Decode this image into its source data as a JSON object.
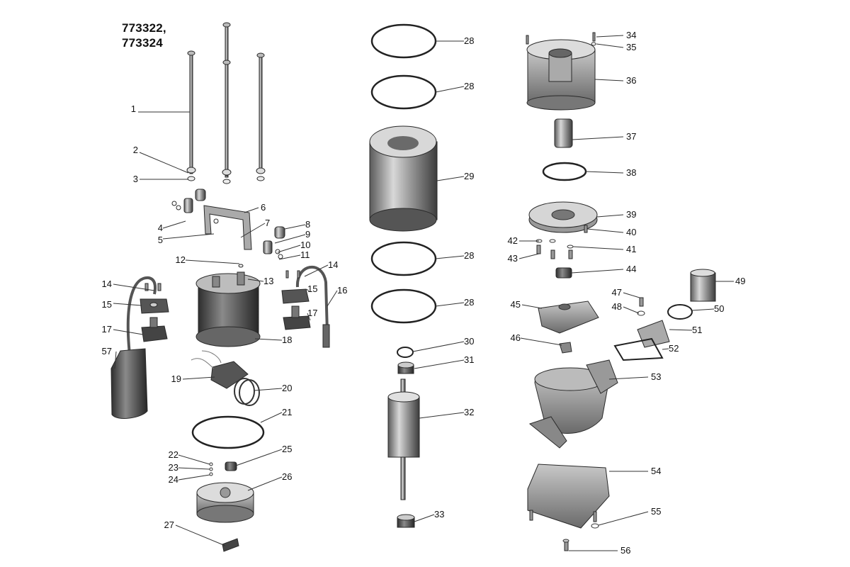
{
  "model_codes": [
    "773322,",
    "773324"
  ],
  "callouts": [
    "1",
    "2",
    "3",
    "4",
    "5",
    "6",
    "7",
    "8",
    "9",
    "10",
    "11",
    "12",
    "13",
    "14",
    "14",
    "15",
    "15",
    "16",
    "17",
    "17",
    "18",
    "19",
    "20",
    "21",
    "22",
    "23",
    "24",
    "25",
    "26",
    "27",
    "28",
    "28",
    "28",
    "28",
    "29",
    "30",
    "31",
    "32",
    "33",
    "34",
    "35",
    "36",
    "37",
    "38",
    "39",
    "40",
    "41",
    "42",
    "43",
    "44",
    "45",
    "46",
    "47",
    "48",
    "49",
    "50",
    "51",
    "52",
    "53",
    "54",
    "55",
    "56",
    "57"
  ]
}
